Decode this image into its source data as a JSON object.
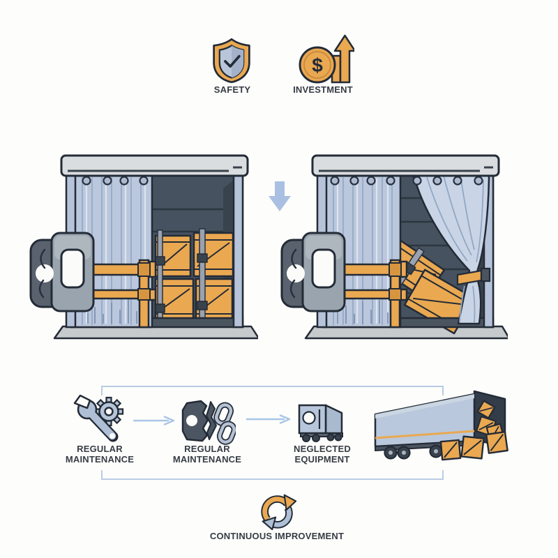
{
  "palette": {
    "background": "#FDFDFB",
    "orange": "#EAA851",
    "outline": "#232B36",
    "curtain_blue": "#BAC7DC",
    "curtain_light": "#C9D5E6",
    "interior_dark": "#46525F",
    "interior_shadow": "#39434E",
    "metal_light": "#9AA4AE",
    "metal_dark": "#59626D",
    "rail_gray": "#DADDE0",
    "base_gray": "#C6CACD",
    "icon_blue": "#AEBFD6",
    "flow_arrow_blue": "#A9C6E8",
    "bracket_blue": "#B9CCE6",
    "label_text": "#363C44"
  },
  "header": {
    "items": [
      {
        "id": "safety",
        "icon": "shield-check-icon",
        "label": "SAFETY"
      },
      {
        "id": "investment",
        "icon": "coin-growth-arrow-icon",
        "label": "INVESTMENT",
        "coin_symbol": "$"
      }
    ]
  },
  "comparison": {
    "left_illustration": "secured-curtain-container-with-crates",
    "connector_icon": "down-arrow",
    "right_illustration": "unsecured-curtain-container-falling-crates"
  },
  "flow": {
    "steps": [
      {
        "icon": "wrench-gear-icon",
        "label": "REGULAR MAINTENANCE"
      },
      {
        "icon": "broken-buckle-chain-icon",
        "label": "REGULAR MAINTENANCE"
      },
      {
        "icon": "box-truck-icon",
        "label": "NEGLECTED EQUIPMENT"
      },
      {
        "icon": "truck-spilling-crates-icon",
        "label": ""
      }
    ]
  },
  "footer": {
    "icon": "continuous-cycle-icon",
    "label": "CONTINUOUS IMPROVEMENT"
  }
}
